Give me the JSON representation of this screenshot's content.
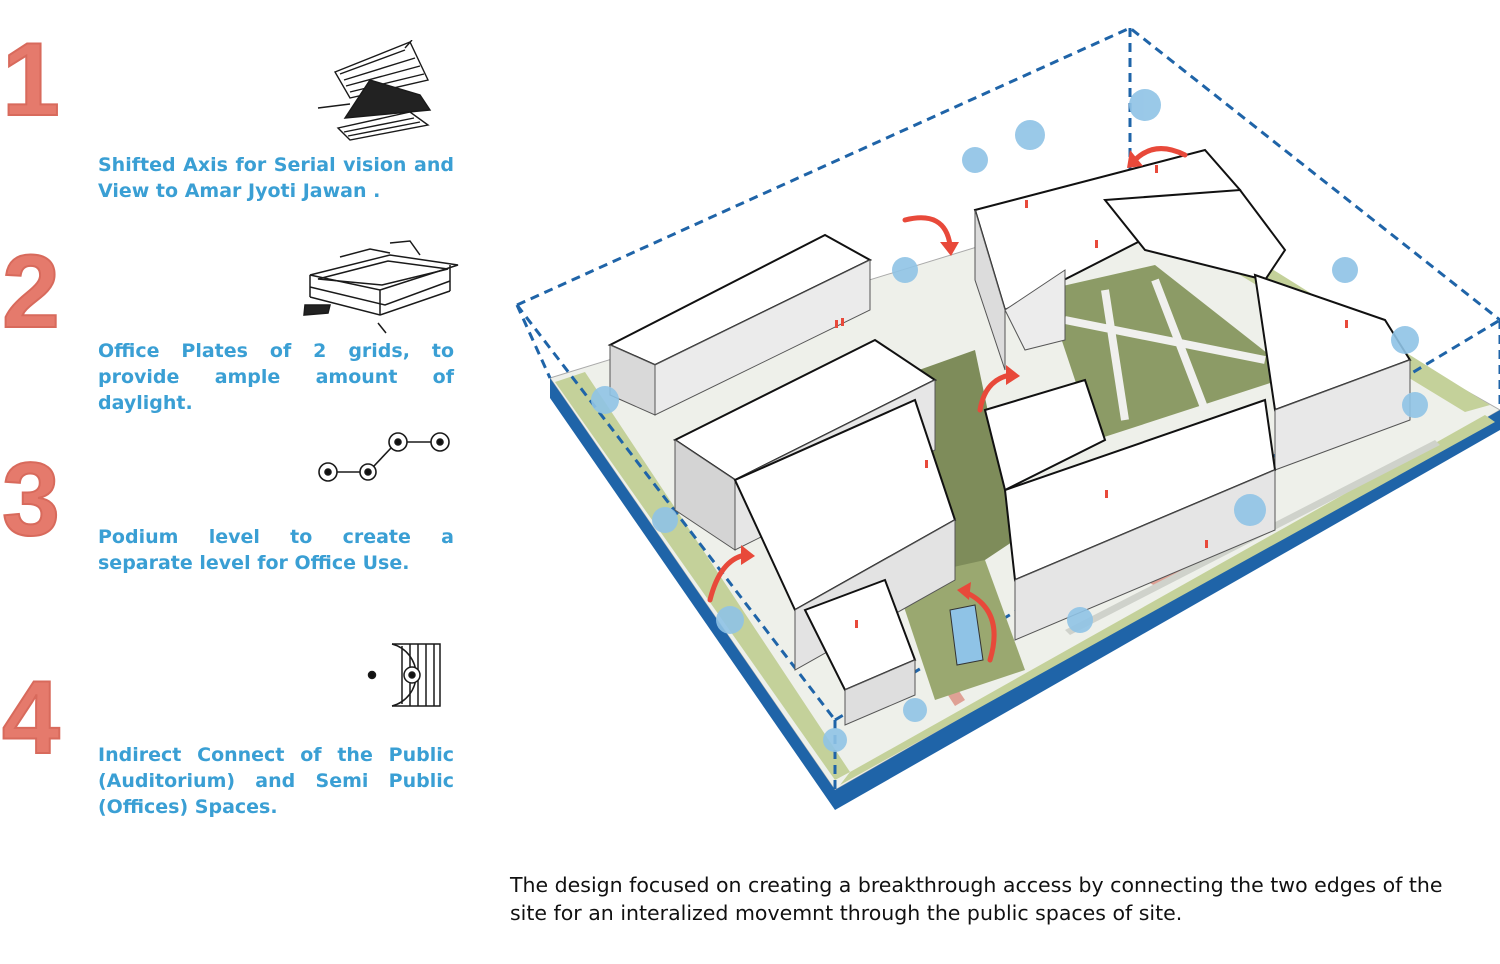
{
  "colors": {
    "number": "#e57a6c",
    "point_text": "#3a9fd4",
    "arrow": "#e8493a",
    "site_edge": "#1f64a8",
    "tree": "#8fc3e6",
    "grass": "#b8c98a"
  },
  "points": [
    {
      "number": "1",
      "text": "Shifted Axis for Serial vision and View to Amar Jyoti Jawan .",
      "sketch_icon": "shifted-axis-sketch-icon"
    },
    {
      "number": "2",
      "text": "Office Plates of 2 grids, to provide ample amount of daylight.",
      "sketch_icon": "office-plates-sketch-icon"
    },
    {
      "number": "3",
      "text": "Podium level to create a separate level for Office Use.",
      "sketch_icon": "podium-nodes-sketch-icon"
    },
    {
      "number": "4",
      "text": "Indirect Connect of the Public (Auditorium) and Semi Public (Offices) Spaces.",
      "sketch_icon": "indirect-connect-sketch-icon"
    }
  ],
  "caption": "The design focused on creating a breakthrough access by connecting the two edges of the site for an interalized movemnt through the public spaces of site."
}
